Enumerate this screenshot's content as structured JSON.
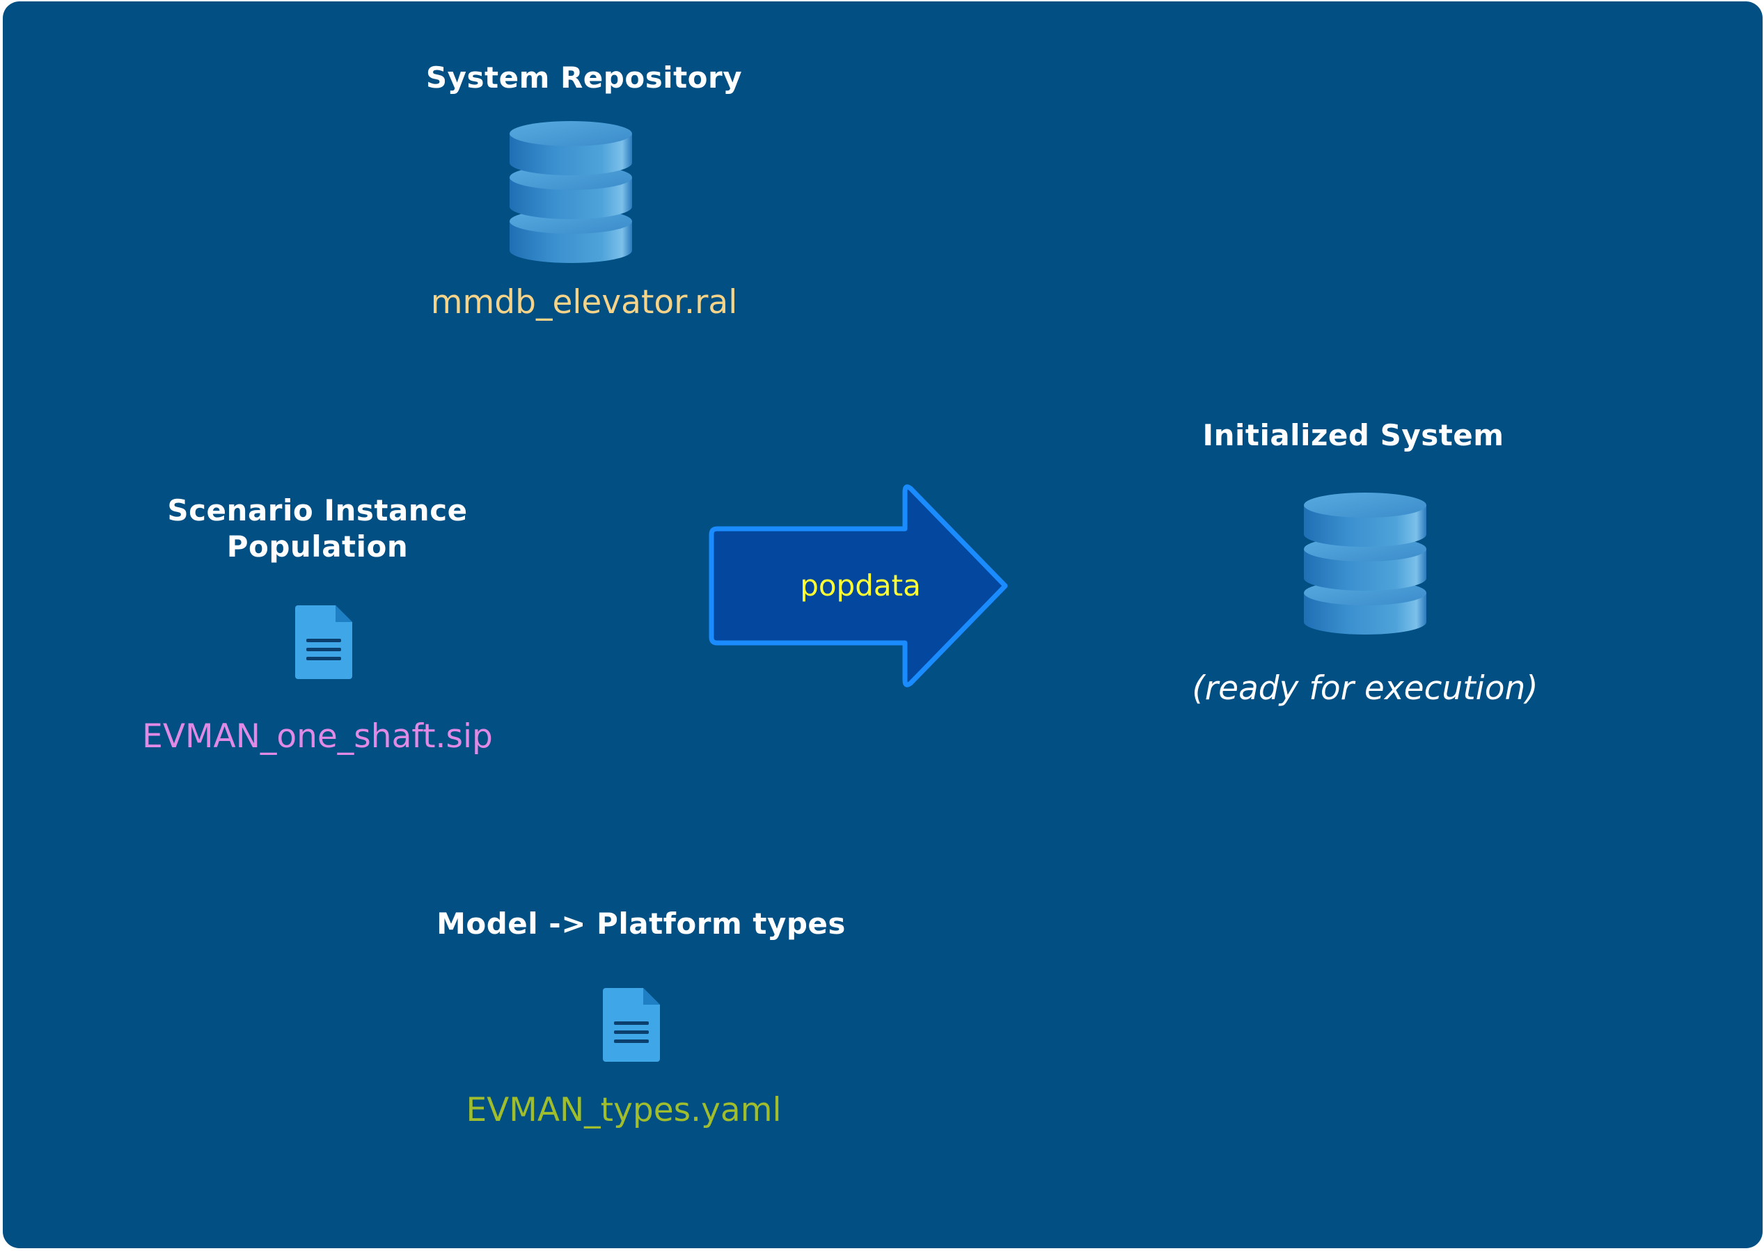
{
  "repository": {
    "title": "System Repository",
    "filename": "mmdb_elevator.ral",
    "icon": "database-icon"
  },
  "scenario": {
    "title_line1": "Scenario Instance",
    "title_line2": "Population",
    "filename": "EVMAN_one_shaft.sip",
    "icon": "document-icon"
  },
  "types": {
    "title": "Model -> Platform types",
    "filename": "EVMAN_types.yaml",
    "icon": "document-icon"
  },
  "process": {
    "label": "popdata",
    "icon": "right-arrow"
  },
  "output": {
    "title": "Initialized System",
    "note": "(ready for execution)",
    "icon": "database-icon"
  },
  "colors": {
    "background": "#014f83",
    "repository_filename": "#f5d48a",
    "scenario_filename": "#e08ae6",
    "types_filename": "#9fbd2c",
    "process_label": "#ffff33",
    "arrow_fill": "#03489e",
    "arrow_stroke": "#1a8cff",
    "heading": "#ffffff"
  }
}
